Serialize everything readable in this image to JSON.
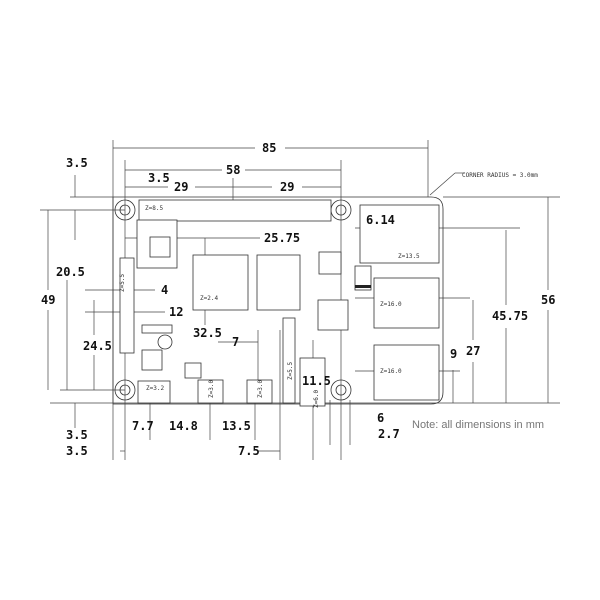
{
  "dimensions": {
    "d85": "85",
    "d58": "58",
    "d3_5_top_left": "3.5",
    "d3_5_top": "3.5",
    "d29_left": "29",
    "d29_right": "29",
    "d6_14": "6.14",
    "d25_75": "25.75",
    "d20_5": "20.5",
    "d4": "4",
    "d49": "49",
    "d56": "56",
    "d12": "12",
    "d45_75": "45.75",
    "d32_5": "32.5",
    "d7": "7",
    "d24_5": "24.5",
    "d27": "27",
    "d9": "9",
    "d11_5": "11.5",
    "d6": "6",
    "d3_5_bottom1": "3.5",
    "d7_7": "7.7",
    "d14_8": "14.8",
    "d13_5": "13.5",
    "d2_7": "2.7",
    "d3_5_bottom2": "3.5",
    "d7_5": "7.5"
  },
  "heights": {
    "gpio": "Z=8.5",
    "ram": "Z=2.4",
    "ethernet": "Z=13.5",
    "usb_top": "Z=16.0",
    "usb_bottom": "Z=16.0",
    "usbc": "Z=3.2",
    "hdmi1": "Z=3.0",
    "hdmi2": "Z=3.0",
    "display": "Z=5.5",
    "camera": "Z=5.5",
    "audio": "Z=6.0"
  },
  "corner_note": "CORNER RADIUS = 3.0mm",
  "note": "Note: all dimensions in mm"
}
